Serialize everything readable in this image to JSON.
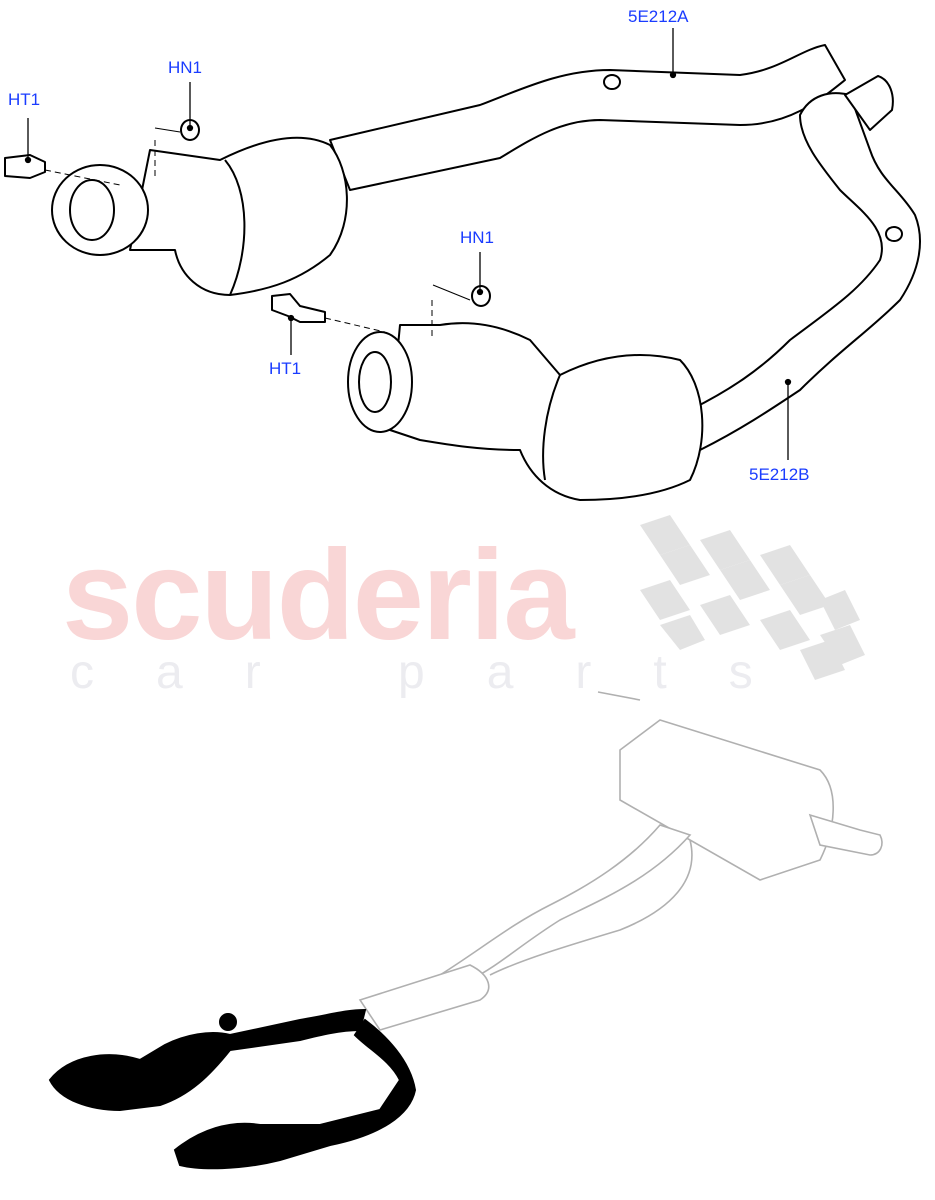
{
  "callouts": {
    "part_a": "5E212A",
    "part_b": "5E212B",
    "nut_upper": "HN1",
    "nut_lower": "HN1",
    "sensor_upper": "HT1",
    "sensor_lower": "HT1"
  },
  "watermark": {
    "brand": "scuderia",
    "tagline": "car parts"
  },
  "colors": {
    "callout_text": "#1a3cff",
    "line_art": "#000000",
    "context_outline": "#b0b0b0",
    "highlighted_parts": "#000000",
    "watermark_brand": "#f9d6d6",
    "watermark_checker": "#d8d8d8"
  }
}
